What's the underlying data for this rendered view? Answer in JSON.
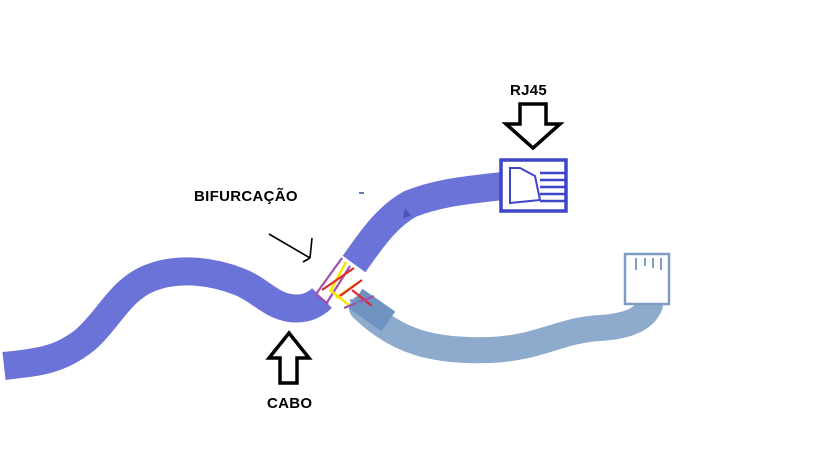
{
  "labels": {
    "rj45": "RJ45",
    "bifurcacao": "BIFURCAÇÃO",
    "cabo": "CABO"
  },
  "colors": {
    "cable_main": "#6b73d8",
    "cable_branch": "#8eaacc",
    "connector_main": "#3d45c8",
    "connector_branch": "#7d9cc4",
    "wire_red": "#e02a2a",
    "wire_yellow": "#f2e600",
    "wire_purple": "#a050b0",
    "arrow": "#000000"
  },
  "icons": {
    "rj45_arrow": "down-arrow-outline",
    "cabo_arrow": "up-arrow-outline",
    "bifurcacao_pointer": "line-arrow"
  }
}
